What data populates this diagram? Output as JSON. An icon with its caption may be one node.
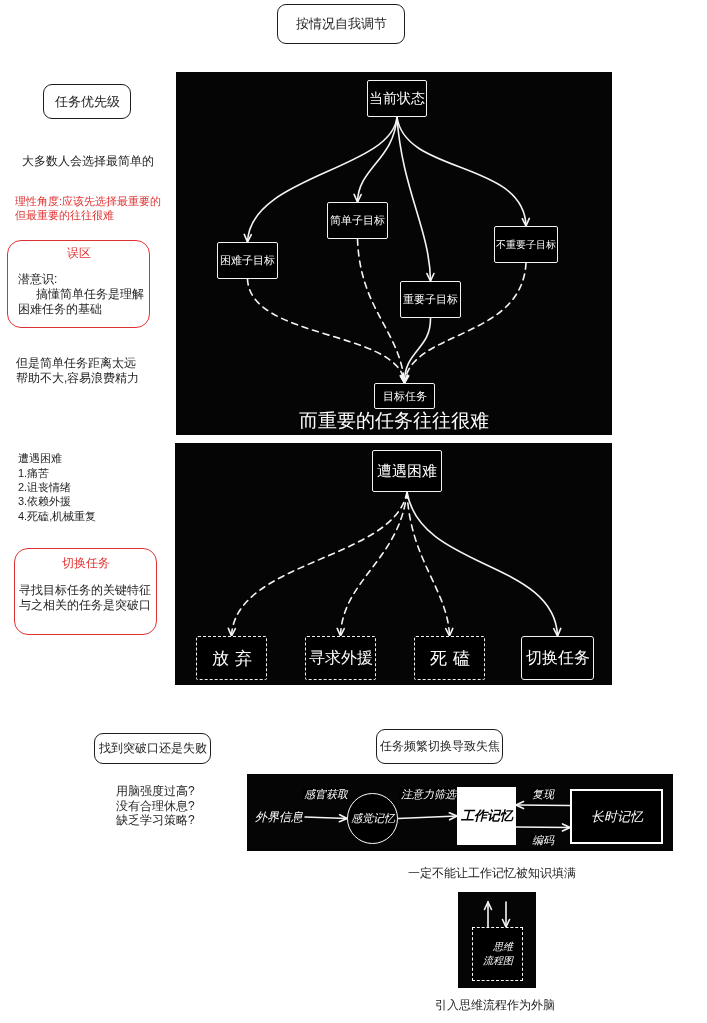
{
  "diagram": {
    "nodes": [
      {
        "text": [
          "按情况自我调节"
        ]
      },
      {
        "text": [
          "任务优先级"
        ]
      },
      {
        "text": [
          "误区",
          "潜意识:",
          "搞懂简单任务是理解困难任务的基础"
        ]
      },
      {
        "text": [
          "而重要的任务往往很难"
        ]
      },
      {
        "text": [
          "当前状态"
        ],
        "in": 3
      },
      {
        "text": [
          "简单子目标"
        ],
        "in": 3
      },
      {
        "text": [
          "不重要子目标"
        ],
        "in": 3
      },
      {
        "text": [
          "困难子目标"
        ],
        "in": 3
      },
      {
        "text": [
          "重要子目标"
        ],
        "in": 3
      },
      {
        "text": [
          "目标任务"
        ],
        "in": 3
      },
      {
        "text": [],
        "shape": "box"
      },
      {
        "text": [
          "遭遇困难"
        ],
        "in": 10
      },
      {
        "text": [
          "放弃"
        ],
        "in": 10
      },
      {
        "text": [
          "寻求外援"
        ],
        "in": 10
      },
      {
        "text": [
          "死磕"
        ],
        "in": 10
      },
      {
        "text": [
          "切换任务"
        ],
        "in": 10
      },
      {
        "text": [
          "切换任务",
          "寻找目标任务的关键特征与之相关的任务是突破口"
        ]
      },
      {
        "text": [
          "找到突破口还是失败"
        ]
      },
      {
        "text": [
          "任务频繁切换导致失焦"
        ]
      },
      {
        "text": [],
        "shape": "box"
      },
      {
        "text": [
          "外界信息"
        ],
        "in": 19
      },
      {
        "text": [
          "感觉记忆"
        ],
        "in": 19
      },
      {
        "text": [
          "工作记忆"
        ],
        "in": 19
      },
      {
        "text": [
          "长时记忆"
        ],
        "in": 19
      },
      {
        "text": [],
        "shape": "box"
      },
      {
        "text": [
          "思维流程图"
        ],
        "in": 24
      }
    ],
    "edges": [
      {
        "from": 4,
        "to": 7,
        "arrow": "to"
      },
      {
        "from": 4,
        "to": 5,
        "arrow": "to"
      },
      {
        "from": 4,
        "to": 8,
        "arrow": "to"
      },
      {
        "from": 4,
        "to": 6,
        "arrow": "to"
      },
      {
        "from": 7,
        "to": 9,
        "arrow": "to",
        "style": "dashed"
      },
      {
        "from": 5,
        "to": 9,
        "arrow": "to",
        "style": "dashed"
      },
      {
        "from": 8,
        "to": 9,
        "arrow": "to"
      },
      {
        "from": 6,
        "to": 9,
        "arrow": "to",
        "style": "dashed"
      },
      {
        "from": 11,
        "to": 12,
        "arrow": "to",
        "style": "dashed"
      },
      {
        "from": 11,
        "to": 13,
        "arrow": "to",
        "style": "dashed"
      },
      {
        "from": 11,
        "to": 14,
        "arrow": "to",
        "style": "dashed"
      },
      {
        "from": 11,
        "to": 15,
        "arrow": "to"
      },
      {
        "from": 20,
        "to": 21,
        "arrow": "to",
        "label": "感官获取"
      },
      {
        "from": 21,
        "to": 22,
        "arrow": "to",
        "label": "注意力筛选"
      },
      {
        "from": 23,
        "to": 22,
        "arrow": "to",
        "label": "复现"
      },
      {
        "from": 22,
        "to": 23,
        "arrow": "to",
        "label": "编码"
      },
      {
        "from": 25,
        "to": null,
        "arrow": "to"
      },
      {
        "from": null,
        "to": 25,
        "arrow": "to"
      }
    ],
    "labels": [
      "大多数人会选择最简单的",
      "理性角度:应该先选择最重要的但最重要的往往很难",
      "但是简单任务距离太远帮助不大,容易浪费精力",
      "遭遇困难",
      "1.痛苦",
      "2.诅丧情绪",
      "3.依赖外援",
      "4.死磕,机械重复",
      "用脑强度过高?",
      "没有合理休息?",
      "缺乏学习策略?",
      "一定不能让工作记忆被知识填满",
      "引入思维流程作为外脑"
    ]
  }
}
